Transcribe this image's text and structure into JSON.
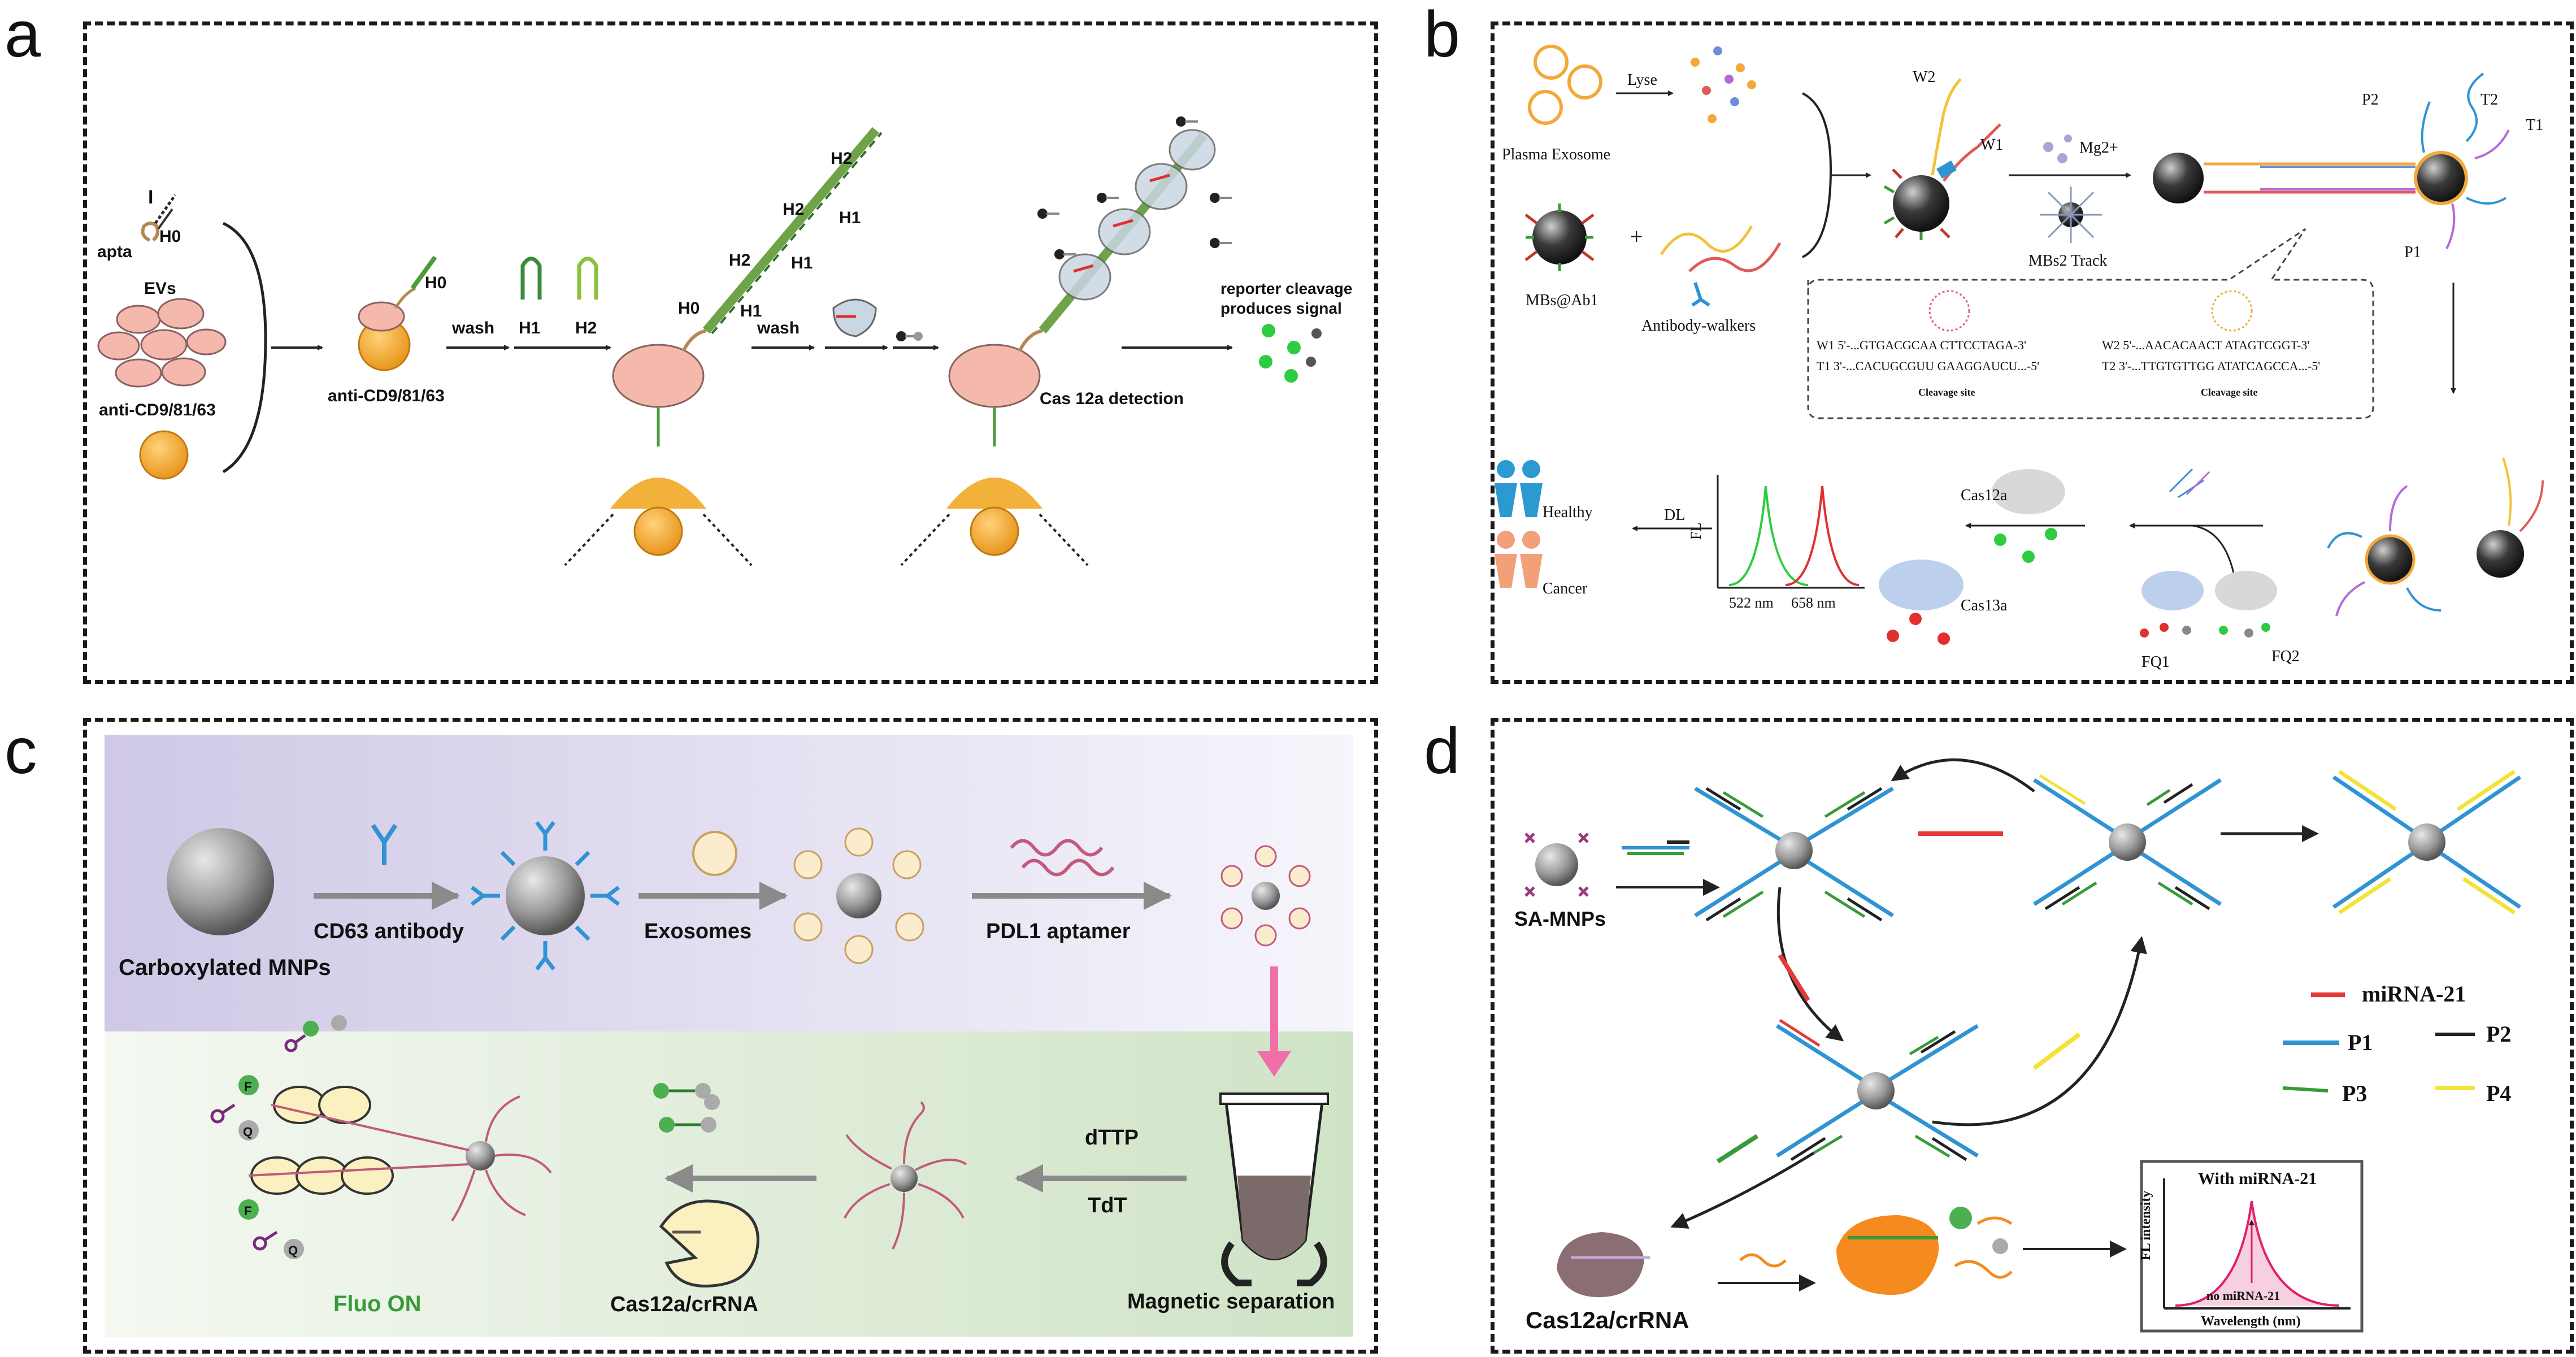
{
  "panels": {
    "a": {
      "label": "a",
      "apta": "apta",
      "I": "I",
      "H0": "H0",
      "EVs": "EVs",
      "anti_cd": "anti-CD9/81/63",
      "anti_cd2": "anti-CD9/81/63",
      "wash1": "wash",
      "H1": "H1",
      "H2": "H2",
      "wash2": "wash",
      "cas": "Cas 12a detection",
      "reporter1": "reporter cleavage",
      "reporter2": "produces signal"
    },
    "b": {
      "label": "b",
      "lyse": "Lyse",
      "plasma": "Plasma Exosome",
      "mbs": "MBs@Ab1",
      "walkers": "Antibody-walkers",
      "W2": "W2",
      "W1": "W1",
      "mg": "Mg2+",
      "track": "MBs2 Track",
      "P2": "P2",
      "T2": "T2",
      "T1": "T1",
      "P1": "P1",
      "seq_w1": "W1 5'-...GTGACGCAA CTTCCTAGA-3'",
      "seq_t1": "T1 3'-...CACUGCGUU GAAGGAUCU...-5'",
      "seq_w2": "W2 5'-...AACACAACT ATAGTCGGT-3'",
      "seq_t2": "T2 3'-...TTGTGTTGG ATATCAGCCA...-5'",
      "cleave1": "Cleavage site",
      "cleave2": "Cleavage site",
      "healthy": "Healthy",
      "cancer": "Cancer",
      "DL": "DL",
      "FL": "FL",
      "nm1": "522 nm",
      "nm2": "658 nm",
      "cas12": "Cas12a",
      "cas13": "Cas13a",
      "fq1": "FQ1",
      "fq2": "FQ2"
    },
    "c": {
      "label": "c",
      "mnps": "Carboxylated MNPs",
      "cd63": "CD63 antibody",
      "exo": "Exosomes",
      "pdl1": "PDL1 aptamer",
      "dttp": "dTTP",
      "tdt": "TdT",
      "magsep": "Magnetic separation",
      "cas": "Cas12a/crRNA",
      "fluo": "Fluo ON",
      "F": "F",
      "Q": "Q"
    },
    "d": {
      "label": "d",
      "sa": "SA-MNPs",
      "mirna": "miRNA-21",
      "P1": "P1",
      "P2": "P2",
      "P3": "P3",
      "P4": "P4",
      "cas": "Cas12a/crRNA",
      "with": "With miRNA-21",
      "no": "no miRNA-21",
      "ylab": "FL intensity",
      "xlab": "Wavelength (nm)"
    }
  },
  "colors": {
    "gold": "#f2a93a",
    "pink": "#f4b8ad",
    "green": "#4c9a3c",
    "blue": "#2f93d4",
    "red": "#e53a3a",
    "yellow": "#f2e23a",
    "cas_purple": "#8a6e73",
    "cas_orange": "#f58a1f"
  }
}
